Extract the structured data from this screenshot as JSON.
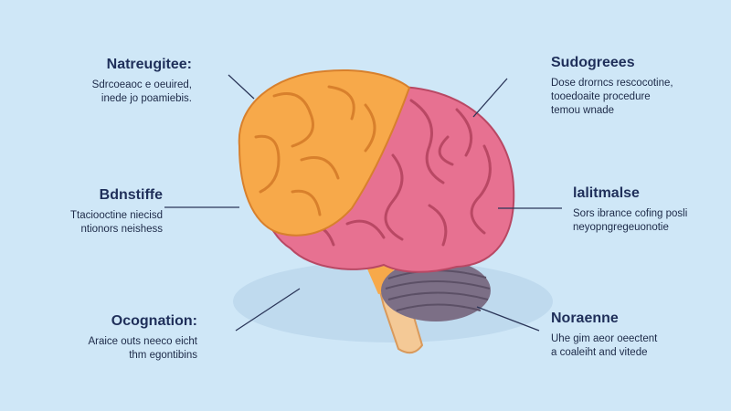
{
  "labels": {
    "top_left": {
      "title": "Natreugitee:",
      "lines": [
        "Sdrcoeaoc e oeuired,",
        "inede jo poamiebis."
      ]
    },
    "mid_left": {
      "title": "Bdnstiffe",
      "lines": [
        "Ttaciooctine niecisd",
        "ntionors neishess"
      ]
    },
    "bottom_left": {
      "title": "Ocognation:",
      "lines": [
        "Araice outs neeco eicht",
        "thm egontibins"
      ]
    },
    "top_right": {
      "title": "Sudogreees",
      "lines": [
        "Dose drorncs rescocotine,",
        "tooedoaite procedure",
        "temou wnade"
      ]
    },
    "mid_right": {
      "title": "lalitmalse",
      "lines": [
        "Sors ibrance cofing posli",
        "neyopngregeuonotie"
      ]
    },
    "bottom_right": {
      "title": "Noraenne",
      "lines": [
        "Uhe gim aeor oeectent",
        "a coaleiht and vitede"
      ]
    }
  },
  "colors": {
    "background": "#cfe7f7",
    "frontal_lobe": "#f7a94a",
    "frontal_fold": "#d8802c",
    "cortex": "#e77191",
    "cortex_fold": "#b94864",
    "cerebellum": "#7c6f86",
    "brainstem": "#f4c996",
    "leader_line": "#2a3558"
  }
}
